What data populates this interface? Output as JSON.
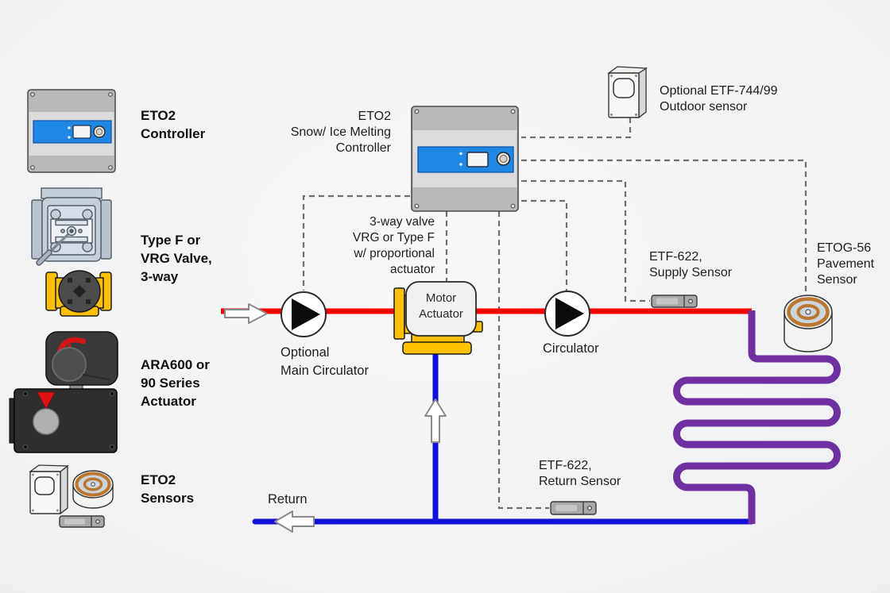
{
  "legend": {
    "items": [
      {
        "id": "eto2-controller",
        "label": "ETO2\nController"
      },
      {
        "id": "type-f-vrg-valve",
        "label": "Type F or\nVRG Valve,\n3-way"
      },
      {
        "id": "ara600-actuator",
        "label": "ARA600 or\n90 Series\nActuator"
      },
      {
        "id": "eto2-sensors",
        "label": "ETO2\nSensors"
      }
    ]
  },
  "diagram": {
    "controller_label": "ETO2\nSnow/ Ice Melting\nController",
    "outdoor_sensor_label": "Optional ETF-744/99\nOutdoor sensor",
    "valve_label": "3-way valve\nVRG or Type F\nw/ proportional\nactuator",
    "motor_actuator_label": "Motor\nActuator",
    "main_circulator_label": "Optional\nMain Circulator",
    "circulator_label": "Circulator",
    "supply_sensor_label": "ETF-622,\nSupply Sensor",
    "pavement_sensor_label": "ETOG-56\nPavement\nSensor",
    "return_sensor_label": "ETF-622,\nReturn Sensor",
    "return_flow_label": "Return"
  },
  "colors": {
    "supply_line": "#FF0000",
    "return_line": "#1111D8",
    "heating_coil": "#7030A0",
    "control_wire": "#6E6E6E",
    "controller_accent": "#1F87E4",
    "valve_body": "#FFC000"
  }
}
